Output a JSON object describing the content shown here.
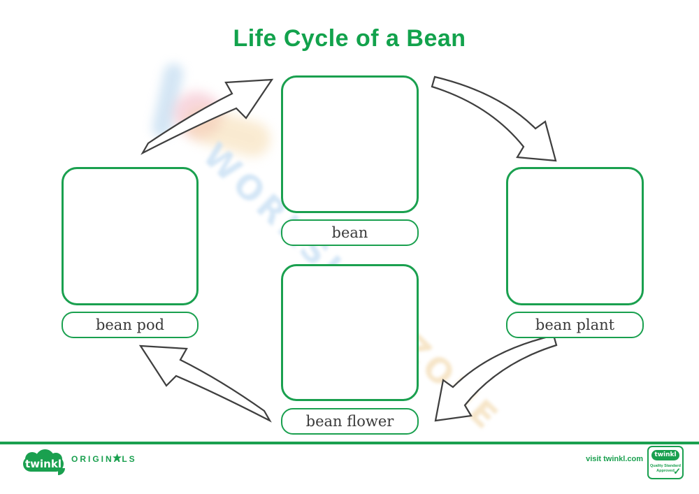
{
  "title": "Life Cycle of a Bean",
  "colors": {
    "green": "#1aa04f",
    "title_green": "#12a24c",
    "text_dark": "#3a3a3a",
    "watermark_blue": "#c9e0f4",
    "watermark_orange": "#f4dfbb"
  },
  "diagram": {
    "stages": [
      {
        "id": "bean",
        "label": "bean",
        "position": "top",
        "box_empty": true
      },
      {
        "id": "bean-plant",
        "label": "bean plant",
        "position": "right",
        "box_empty": true
      },
      {
        "id": "bean-flower",
        "label": "bean flower",
        "position": "bottom",
        "box_empty": true
      },
      {
        "id": "bean-pod",
        "label": "bean pod",
        "position": "left",
        "box_empty": true
      }
    ],
    "arrows": [
      {
        "from": "bean",
        "to": "bean plant",
        "direction": "down-right"
      },
      {
        "from": "bean plant",
        "to": "bean flower",
        "direction": "down-left"
      },
      {
        "from": "bean flower",
        "to": "bean pod",
        "direction": "up-left"
      },
      {
        "from": "bean pod",
        "to": "bean",
        "direction": "up-right"
      }
    ]
  },
  "watermark": {
    "text_primary": "WORKSHEET",
    "text_secondary": "ZONE"
  },
  "footer": {
    "brand": "twinkl",
    "brand_suffix": "ORIGINALS",
    "star_icon": "★",
    "visit_text": "visit twinkl.com",
    "badge": {
      "brand": "twinkl",
      "line1": "Quality Standard",
      "line2": "Approved",
      "check_icon": "✓"
    }
  }
}
